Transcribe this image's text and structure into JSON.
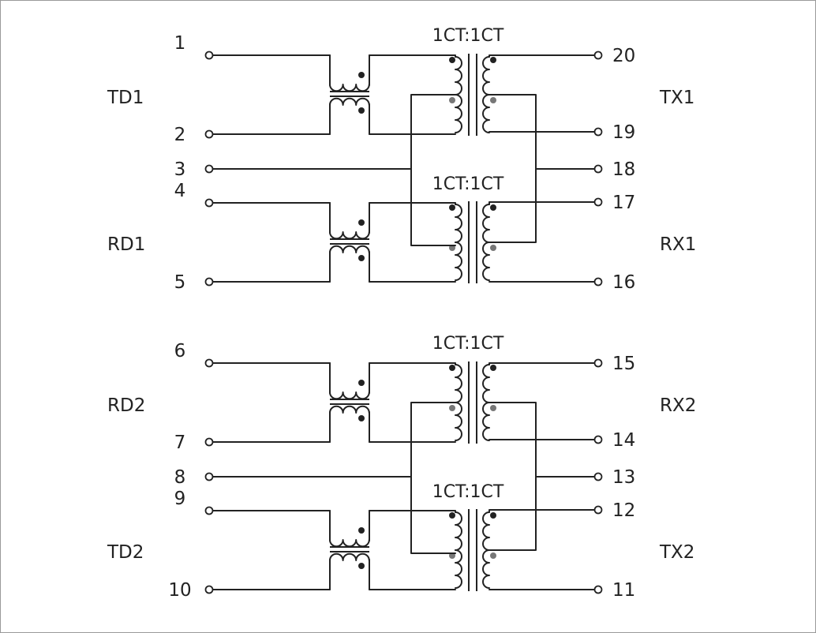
{
  "sections": [
    {
      "label_left_top": "TD1",
      "label_left_bottom": "RD1",
      "label_right_top": "TX1",
      "label_right_bottom": "RX1",
      "ratio_top": "1CT:1CT",
      "ratio_bottom": "1CT:1CT",
      "pins_left": [
        "1",
        "2",
        "3",
        "4",
        "5"
      ],
      "pins_right": [
        "20",
        "19",
        "18",
        "17",
        "16"
      ]
    },
    {
      "label_left_top": "RD2",
      "label_left_bottom": "TD2",
      "label_right_top": "RX2",
      "label_right_bottom": "TX2",
      "ratio_top": "1CT:1CT",
      "ratio_bottom": "1CT:1CT",
      "pins_left": [
        "6",
        "7",
        "8",
        "9",
        "10"
      ],
      "pins_right": [
        "15",
        "14",
        "13",
        "12",
        "11"
      ]
    }
  ],
  "colors": {
    "line": "#222222",
    "dot_dark": "#222222",
    "dot_light": "#777777",
    "border": "#9a9a9a"
  }
}
